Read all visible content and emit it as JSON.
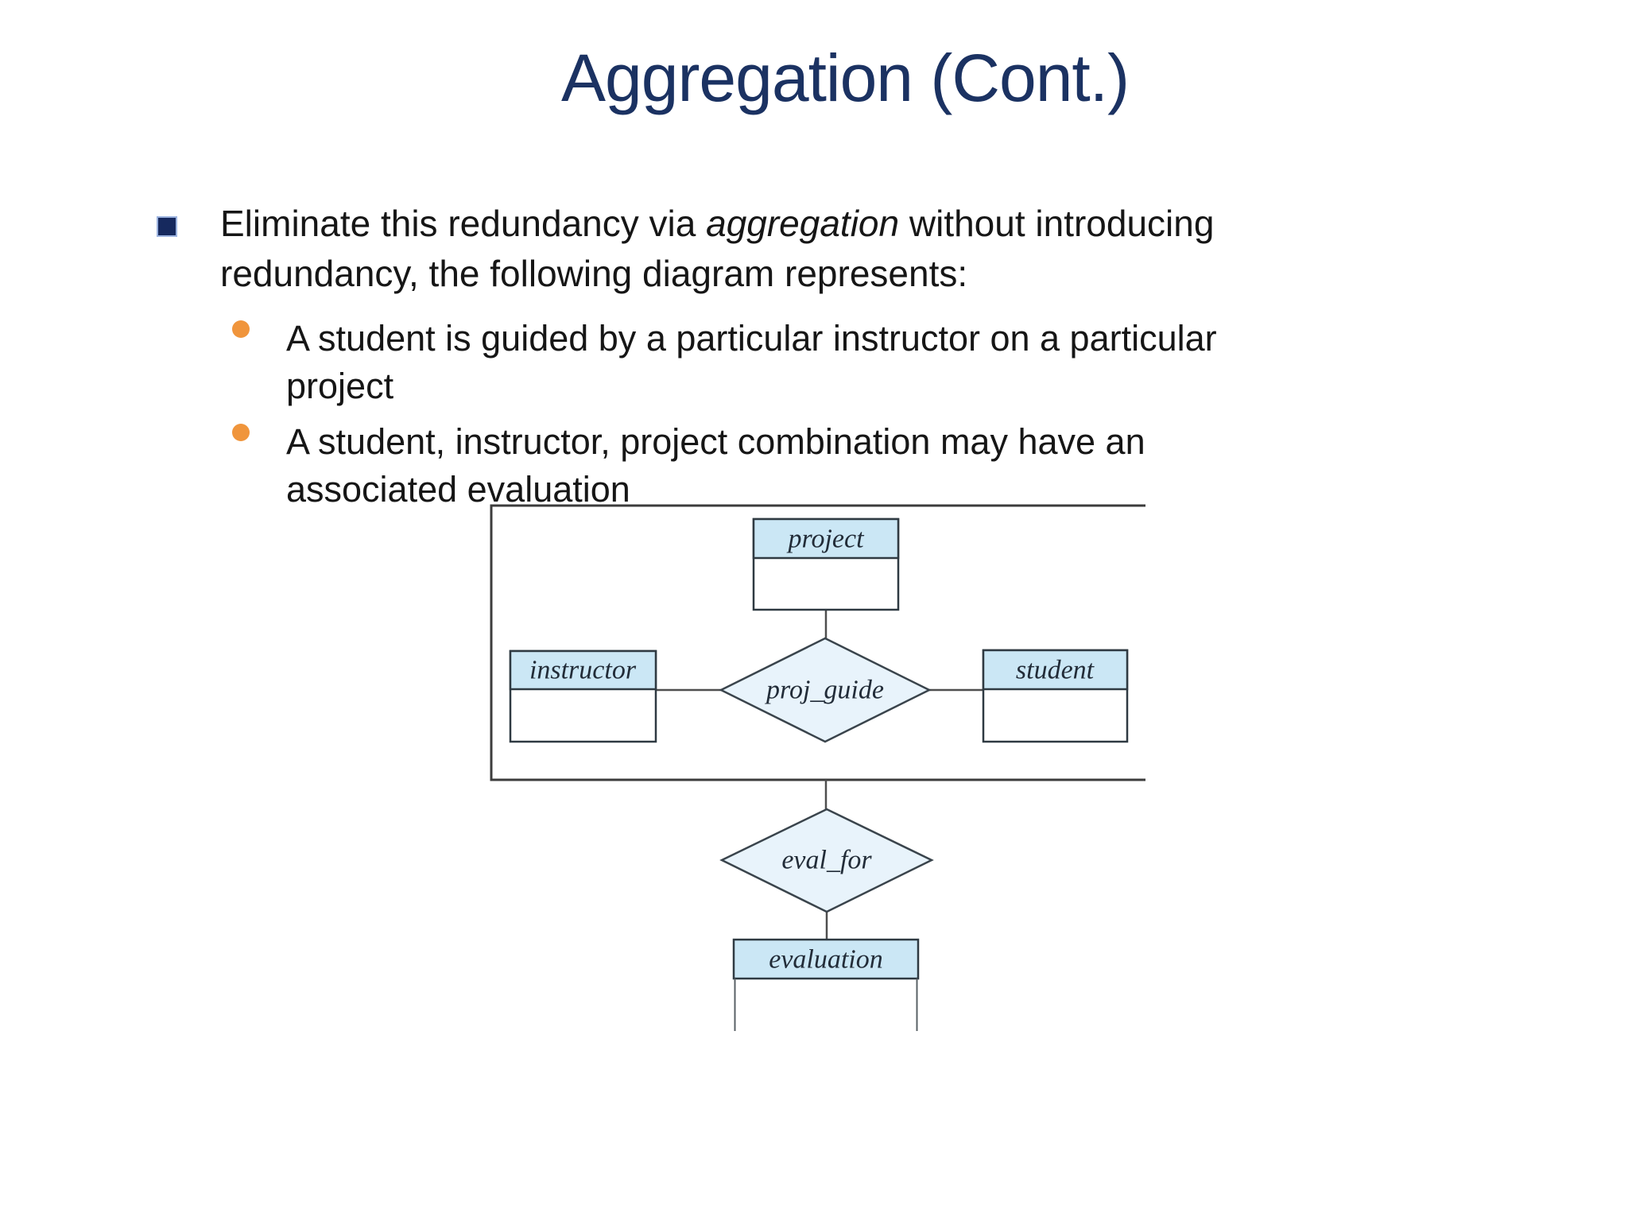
{
  "slide": {
    "title": "Aggregation (Cont.)",
    "bullet": {
      "pre": "Eliminate this redundancy via ",
      "em": "aggregation",
      "post": " without introducing",
      "line2": "redundancy, the following diagram represents:"
    },
    "sub_bullets": [
      {
        "line1": "A student is guided by a particular instructor on a particular",
        "line2": "project"
      },
      {
        "line1": "A student, instructor, project combination may have an",
        "line2": "associated evaluation"
      }
    ]
  },
  "diagram": {
    "entities": [
      {
        "label": "project"
      },
      {
        "label": "instructor"
      },
      {
        "label": "student"
      },
      {
        "label": "evaluation"
      }
    ],
    "relationships": [
      {
        "label": "proj_guide"
      },
      {
        "label": "eval_for"
      }
    ]
  },
  "colors": {
    "title_navy": "#1b3262",
    "bullet_square_navy": "#16295e",
    "sub_bullet_orange": "#f0953c",
    "entity_header_blue": "#cbe7f5",
    "relationship_fill": "#e8f3fb",
    "diagram_line": "#3c3c3c"
  }
}
